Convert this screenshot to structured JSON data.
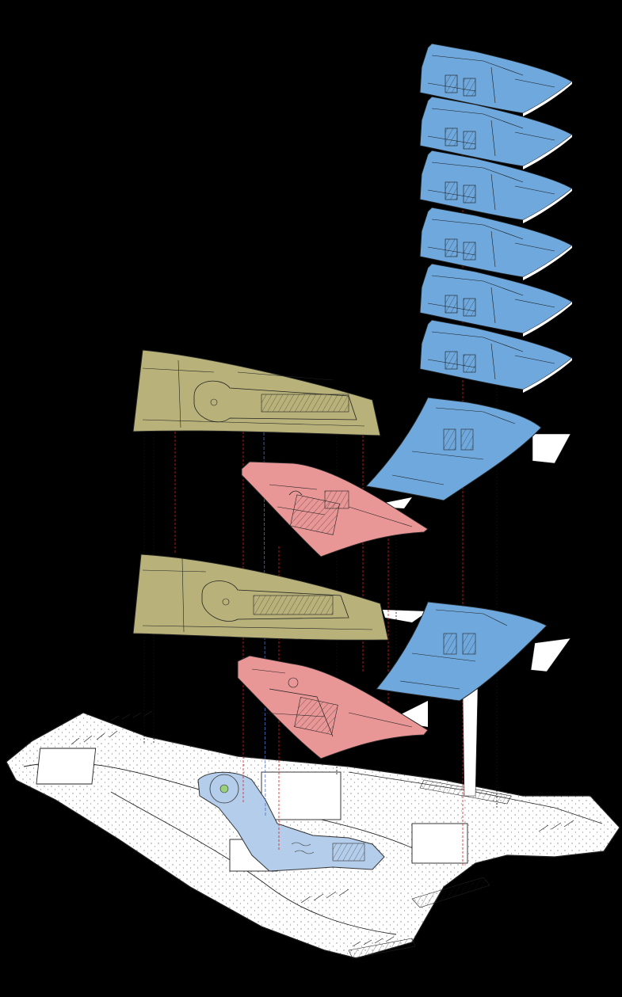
{
  "diagram": {
    "kind": "exploded-axonometric-floor-plans",
    "background": "#000000",
    "colors": {
      "tower_floor": "#6fa8dc",
      "hotel_floor": "#b8b27a",
      "pink_floor": "#e89696",
      "ground_plan": "#ffffff",
      "pool": "#b4cdea",
      "linework": "#1a1a1a",
      "red_guide": "#d62020",
      "black_guide": "#111111",
      "blue_guide": "#4a6fc0",
      "connector": "#ffffff"
    },
    "tower_levels": 8,
    "podium_levels": {
      "olive": 2,
      "pink": 2,
      "blue_wing": 2
    },
    "ground_level": 1
  }
}
